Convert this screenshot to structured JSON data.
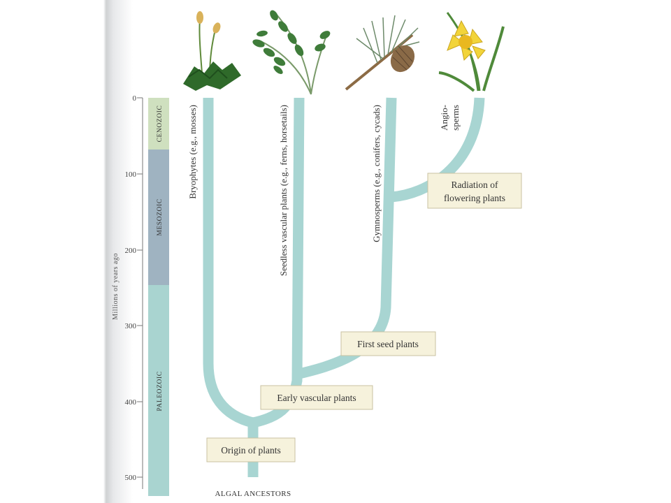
{
  "axis": {
    "label": "Millions of years ago",
    "ticks": [
      "0",
      "100",
      "200",
      "300",
      "400",
      "500"
    ]
  },
  "eras": [
    {
      "name": "Cenozoic",
      "display": "CENOZOIC",
      "color": "#cfe0bf"
    },
    {
      "name": "Mesozoic",
      "display": "MESOZOIC",
      "color": "#9fb3c1"
    },
    {
      "name": "Paleozoic",
      "display": "PALEOZOIC",
      "color": "#a9d4d0"
    }
  ],
  "lineages": [
    {
      "label": "Bryophytes (e.g., mosses)",
      "icon": "moss-icon"
    },
    {
      "label": "Seedless vascular plants (e.g., ferns, horsetails)",
      "icon": "fern-icon"
    },
    {
      "label": "Gymnosperms (e.g., conifers, cycads)",
      "icon": "pine-branch-icon"
    },
    {
      "label_line1": "Angio-",
      "label_line2": "sperms",
      "icon": "daffodil-icon"
    }
  ],
  "events": [
    {
      "label": "Origin of plants"
    },
    {
      "label": "Early vascular plants"
    },
    {
      "label": "First seed plants"
    },
    {
      "label_line1": "Radiation of",
      "label_line2": "flowering plants"
    }
  ],
  "root_label": "ALGAL ANCESTORS",
  "colors": {
    "branch": "#a8d5d2",
    "event_box_fill": "#f6f2dc",
    "event_box_stroke": "#c9c2a2",
    "text": "#333333"
  }
}
